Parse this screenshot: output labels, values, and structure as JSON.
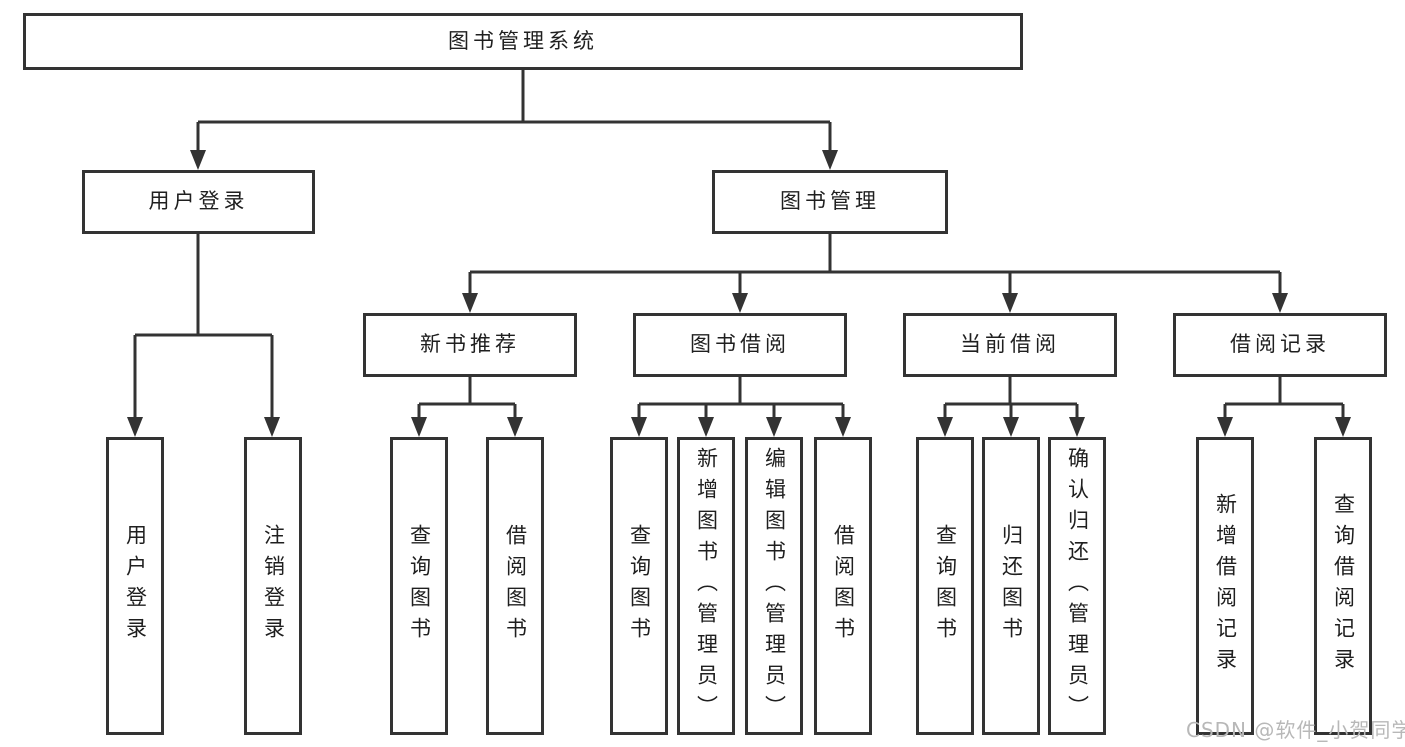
{
  "tree": {
    "root": "图书管理系统",
    "branches": [
      {
        "label": "用户登录",
        "leaves": [
          "用户登录",
          "注销登录"
        ]
      },
      {
        "label": "图书管理",
        "groups": [
          {
            "label": "新书推荐",
            "leaves": [
              "查询图书",
              "借阅图书"
            ]
          },
          {
            "label": "图书借阅",
            "leaves": [
              "查询图书",
              "新增图书（管理员）",
              "编辑图书（管理员）",
              "借阅图书"
            ]
          },
          {
            "label": "当前借阅",
            "leaves": [
              "查询图书",
              "归还图书",
              "确认归还（管理员）"
            ]
          },
          {
            "label": "借阅记录",
            "leaves": [
              "新增借阅记录",
              "查询借阅记录"
            ]
          }
        ]
      }
    ]
  },
  "watermark": {
    "text": "CSDN @软件_小贺同学"
  },
  "colors": {
    "line": "#333333",
    "text": "#1f1f1f",
    "watermark": "#b8b8b8",
    "background": "#ffffff"
  }
}
